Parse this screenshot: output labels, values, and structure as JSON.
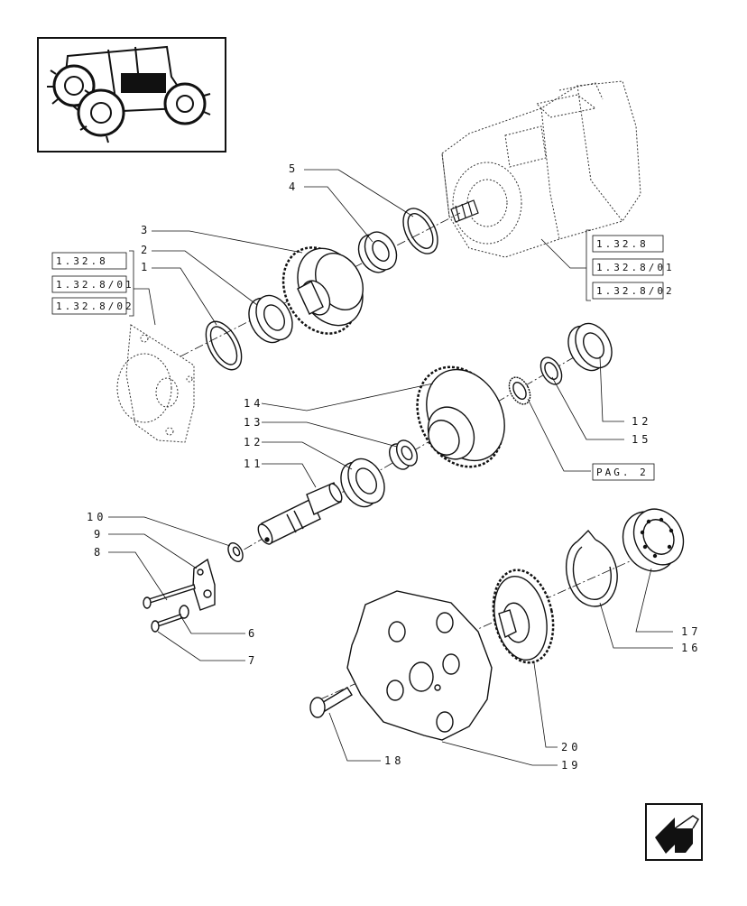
{
  "diagram": {
    "thumbnail_icon": "tractor-icon",
    "back_icon": "return-arrow-icon",
    "callouts": [
      {
        "id": "c1",
        "label": "1"
      },
      {
        "id": "c2",
        "label": "2"
      },
      {
        "id": "c3",
        "label": "3"
      },
      {
        "id": "c4",
        "label": "4"
      },
      {
        "id": "c5",
        "label": "5"
      },
      {
        "id": "c6",
        "label": "6"
      },
      {
        "id": "c7",
        "label": "7"
      },
      {
        "id": "c8",
        "label": "8"
      },
      {
        "id": "c9",
        "label": "9"
      },
      {
        "id": "c10",
        "label": "10"
      },
      {
        "id": "c11",
        "label": "11"
      },
      {
        "id": "c12a",
        "label": "12"
      },
      {
        "id": "c12b",
        "label": "12"
      },
      {
        "id": "c13",
        "label": "13"
      },
      {
        "id": "c14",
        "label": "14"
      },
      {
        "id": "c15",
        "label": "15"
      },
      {
        "id": "c16",
        "label": "16"
      },
      {
        "id": "c17",
        "label": "17"
      },
      {
        "id": "c18",
        "label": "18"
      },
      {
        "id": "c19",
        "label": "19"
      },
      {
        "id": "c20",
        "label": "20"
      }
    ],
    "refs_left": [
      "1.32.8",
      "1.32.8/01",
      "1.32.8/02"
    ],
    "refs_right": [
      "1.32.8",
      "1.32.8/01",
      "1.32.8/02"
    ],
    "page_ref": "PAG. 2"
  }
}
